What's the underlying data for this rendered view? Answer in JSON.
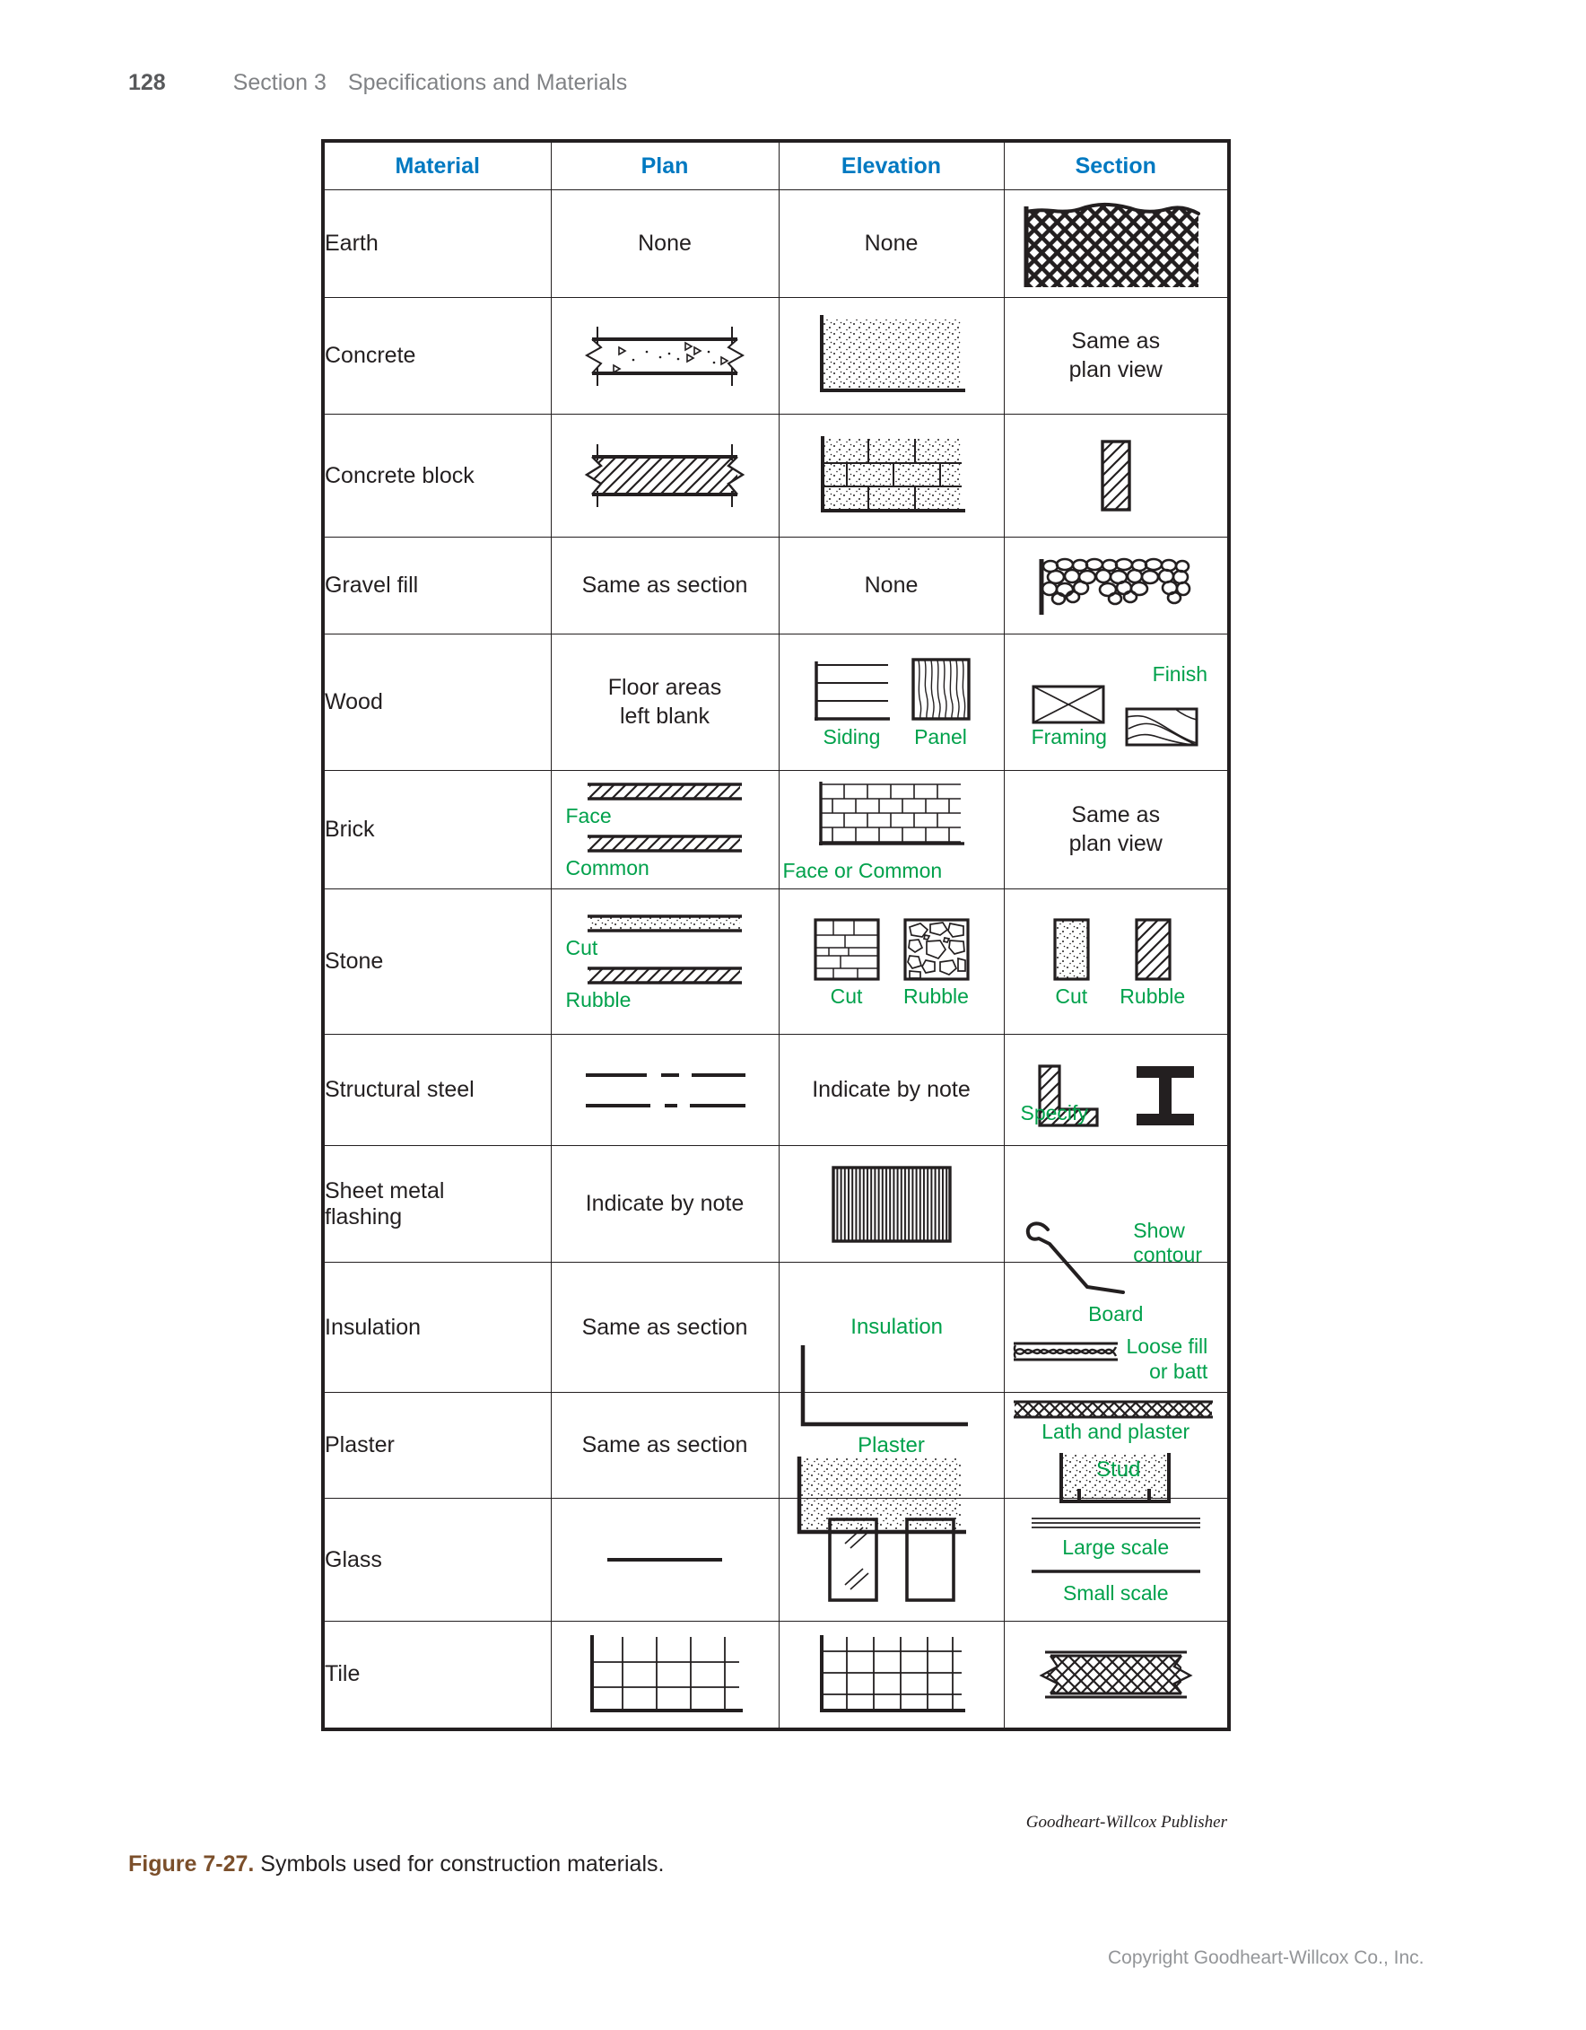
{
  "running_head": {
    "page_number": "128",
    "section_number": "Section 3",
    "section_title": "Specifications and Materials"
  },
  "table": {
    "headers": [
      "Material",
      "Plan",
      "Elevation",
      "Section"
    ],
    "rows": [
      {
        "material": "Earth",
        "plan": {
          "text": "None"
        },
        "elevation": {
          "text": "None"
        },
        "section": {
          "symbol": "earth-crosshatch-with-grade-line"
        }
      },
      {
        "material": "Concrete",
        "plan": {
          "symbol": "concrete-break-line-with-aggregate"
        },
        "elevation": {
          "symbol": "concrete-stipple-panel"
        },
        "section": {
          "text": "Same as\nplan view",
          "line1": "Same as",
          "line2": "plan view"
        }
      },
      {
        "material": "Concrete block",
        "plan": {
          "symbol": "concrete-block-diagonal-hatch-break"
        },
        "elevation": {
          "symbol": "concrete-block-running-bond-stipple"
        },
        "section": {
          "symbol": "concrete-block-single-hatched-rectangle"
        }
      },
      {
        "material": "Gravel fill",
        "plan": {
          "text": "Same as section"
        },
        "elevation": {
          "text": "None"
        },
        "section": {
          "symbol": "gravel-pebble-fill"
        }
      },
      {
        "material": "Wood",
        "plan": {
          "line1": "Floor areas",
          "line2": "left blank"
        },
        "elevation": {
          "items": [
            {
              "label": "Siding",
              "symbol": "wood-siding-horizontal-lines"
            },
            {
              "label": "Panel",
              "symbol": "wood-panel-grain"
            }
          ]
        },
        "section": {
          "items": [
            {
              "label": "Framing",
              "symbol": "wood-framing-x-box"
            },
            {
              "label": "Finish",
              "symbol": "wood-finish-grain-box",
              "label_position": "above"
            }
          ]
        }
      },
      {
        "material": "Brick",
        "plan": {
          "items": [
            {
              "label": "Face",
              "symbol": "brick-face-hatched-band"
            },
            {
              "label": "Common",
              "symbol": "brick-common-hatched-band"
            }
          ]
        },
        "elevation": {
          "label": "Face or Common",
          "symbol": "brick-running-bond-wall"
        },
        "section": {
          "line1": "Same as",
          "line2": "plan view"
        }
      },
      {
        "material": "Stone",
        "plan": {
          "items": [
            {
              "label": "Cut",
              "symbol": "stone-cut-stipple-band"
            },
            {
              "label": "Rubble",
              "symbol": "stone-rubble-hatched-band"
            }
          ]
        },
        "elevation": {
          "items": [
            {
              "label": "Cut",
              "symbol": "stone-cut-ashlar-block"
            },
            {
              "label": "Rubble",
              "symbol": "stone-rubble-pebble-block"
            }
          ]
        },
        "section": {
          "items": [
            {
              "label": "Cut",
              "symbol": "stone-cut-stipple-rectangle"
            },
            {
              "label": "Rubble",
              "symbol": "stone-rubble-hatched-rectangle"
            }
          ]
        }
      },
      {
        "material": "Structural steel",
        "plan": {
          "symbol": "structural-steel-centerline-dashes"
        },
        "elevation": {
          "text": "Indicate by note"
        },
        "section": {
          "label": "Specify",
          "items": [
            {
              "symbol": "steel-angle-hatched-L"
            },
            {
              "symbol": "steel-i-beam-solid"
            }
          ]
        }
      },
      {
        "material": "Sheet metal flashing",
        "material_line1": "Sheet metal",
        "material_line2": "flashing",
        "plan": {
          "text": "Indicate by note"
        },
        "elevation": {
          "symbol": "sheet-metal-vertical-line-panel"
        },
        "section": {
          "label1": "Show",
          "label2": "contour",
          "symbol": "sheet-metal-bent-contour-line"
        }
      },
      {
        "material": "Insulation",
        "plan": {
          "text": "Same as section"
        },
        "elevation": {
          "label": "Insulation",
          "symbol": "insulation-corner-bracket"
        },
        "section": {
          "items": [
            {
              "label1": "Loose fill",
              "label2": "or batt",
              "symbol": "insulation-batt-loop-band"
            },
            {
              "label": "Board",
              "symbol": "insulation-board-crosshatch-band"
            }
          ]
        }
      },
      {
        "material": "Plaster",
        "plan": {
          "text": "Same as section"
        },
        "elevation": {
          "label": "Plaster",
          "symbol": "plaster-stipple-corner"
        },
        "section": {
          "label": "Stud",
          "caption": "Lath and plaster",
          "symbol": "lath-and-plaster-stud-section"
        }
      },
      {
        "material": "Glass",
        "plan": {
          "symbol": "glass-single-line"
        },
        "elevation": {
          "items": [
            {
              "symbol": "glass-pane-with-slashes"
            },
            {
              "symbol": "glass-plain-pane"
            }
          ]
        },
        "section": {
          "items": [
            {
              "label": "Large scale",
              "symbol": "glass-large-scale-triple-line"
            },
            {
              "label": "Small scale",
              "symbol": "glass-small-scale-single-line"
            }
          ]
        }
      },
      {
        "material": "Tile",
        "plan": {
          "symbol": "tile-grid-plan"
        },
        "elevation": {
          "symbol": "tile-grid-elevation"
        },
        "section": {
          "symbol": "tile-diagonal-crosshatch-band"
        }
      }
    ]
  },
  "credit": "Goodheart-Willcox Publisher",
  "caption": {
    "figure_number": "Figure 7-27.",
    "text": "Symbols used for construction materials."
  },
  "copyright": "Copyright Goodheart-Willcox Co., Inc.",
  "colors": {
    "header_blue": "#0079c1",
    "annotation_green": "#00a14b",
    "figure_number_brown": "#7b4f2b",
    "body_text": "#231f20",
    "running_head_gray": "#808285"
  }
}
